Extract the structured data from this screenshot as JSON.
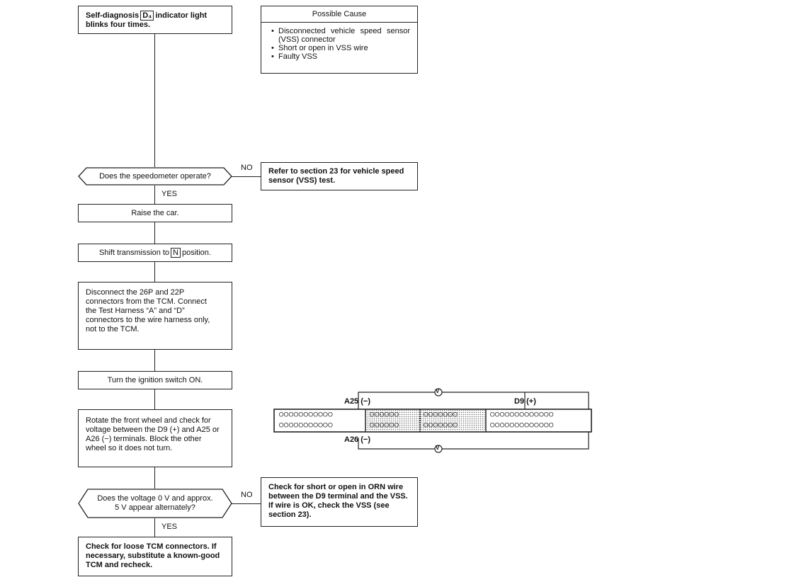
{
  "start": {
    "text_before": "Self-diagnosis",
    "indicator": "D₄",
    "text_after": "indicator light blinks four times."
  },
  "possible_cause": {
    "title": "Possible Cause",
    "items": [
      "Disconnected vehicle speed sensor (VSS) connector",
      "Short or open in VSS wire",
      "Faulty VSS"
    ]
  },
  "q1": {
    "text": "Does the speedometer operate?",
    "no": "NO",
    "yes": "YES"
  },
  "no1": {
    "text": "Refer to section 23 for vehicle speed sensor (VSS) test."
  },
  "step_raise": {
    "text": "Raise the car."
  },
  "step_shift": {
    "text_before": "Shift transmission to",
    "position": "N",
    "text_after": "position."
  },
  "step_disconnect": {
    "text": "Disconnect the 26P and 22P connectors from the TCM. Connect the Test Harness “A” and “D” connectors to the wire harness only, not to the TCM."
  },
  "step_ignition": {
    "text": "Turn the ignition switch ON."
  },
  "step_rotate": {
    "text": "Rotate the front wheel and check for voltage between the D9 (+) and A25 or A26 (−) terminals. Block the other wheel so it does not turn."
  },
  "q2": {
    "text": "Does the voltage 0 V and approx. 5 V appear alternately?",
    "no": "NO",
    "yes": "YES"
  },
  "no2": {
    "text": "Check for short or open in ORN wire between the D9 terminal and the VSS. If wire is OK, check the VSS (see section 23)."
  },
  "final": {
    "text": "Check for loose TCM connectors. If necessary, substitute a known-good TCM and recheck."
  },
  "connector": {
    "a25": "A25 (−)",
    "a26": "A26 (−)",
    "d9": "D9 (+)",
    "meter": "V",
    "row": "0000000000000"
  }
}
